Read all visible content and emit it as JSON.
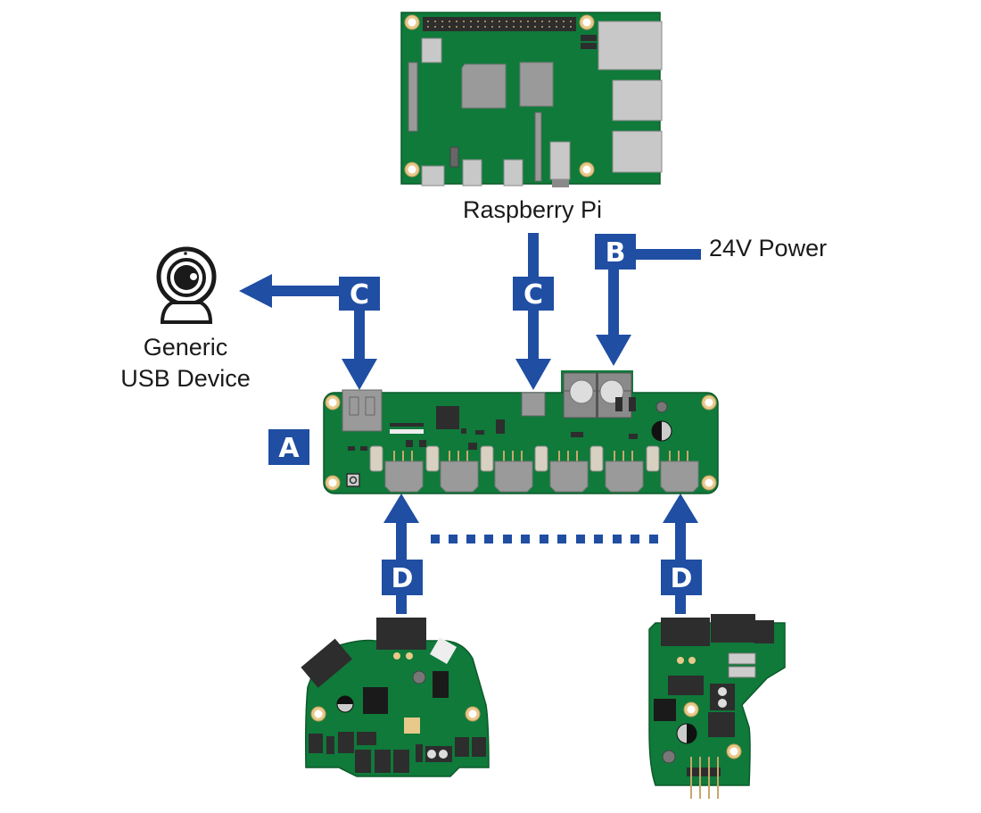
{
  "colors": {
    "arrow_blue": "#1f4ea3",
    "pcb_green": "#0f7a3a",
    "pcb_edge": "#0b6a30",
    "gold": "#e8c98a",
    "connector_gray": "#9a9a9a",
    "connector_dark": "#333333"
  },
  "nodes": {
    "raspberry_pi": {
      "label": "Raspberry Pi"
    },
    "usb_device": {
      "label_line1": "Generic",
      "label_line2": "USB Device",
      "icon": "webcam-icon"
    },
    "power": {
      "label": "24V Power"
    },
    "hub_board": {
      "badge": "A"
    },
    "module_left": {
      "icon": "round-pcb-module"
    },
    "module_right": {
      "icon": "rectangular-pcb-module"
    }
  },
  "connections": [
    {
      "badge": "B",
      "from": "24V Power",
      "to": "A",
      "style": "solid"
    },
    {
      "badge": "C",
      "from": "Raspberry Pi",
      "to": "A",
      "style": "solid"
    },
    {
      "badge": "C",
      "from": "A",
      "to": "Generic USB Device",
      "style": "solid"
    },
    {
      "badge": "D",
      "from": "left module",
      "to": "A",
      "style": "solid"
    },
    {
      "badge": "D",
      "from": "right module",
      "to": "A",
      "style": "solid"
    },
    {
      "badge": "",
      "from": "left D",
      "to": "right D",
      "style": "dotted"
    }
  ]
}
